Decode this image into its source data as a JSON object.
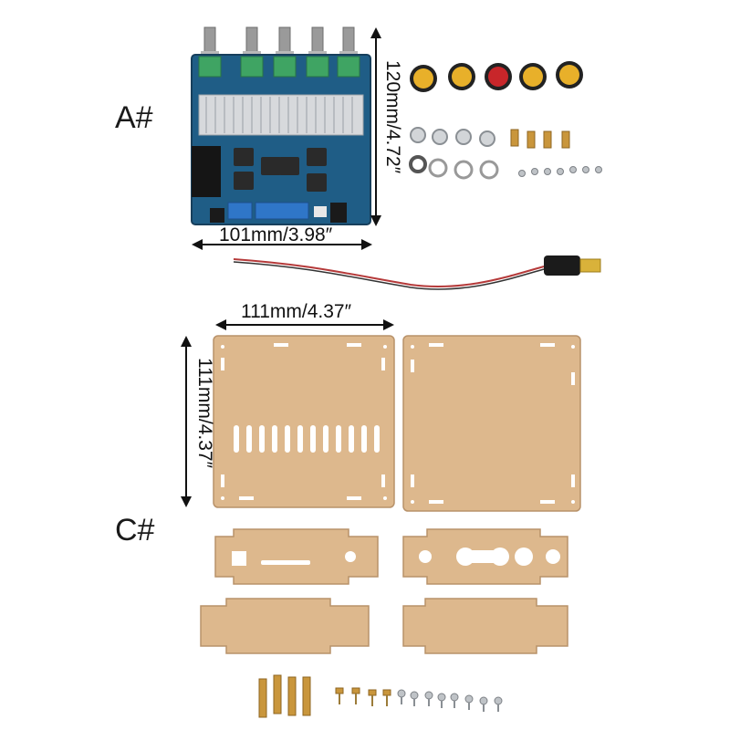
{
  "labels": {
    "kit_a": "A#",
    "kit_c": "C#"
  },
  "dimensions": {
    "board_height": "120mm/4.72″",
    "board_width": "101mm/3.98″",
    "panel_width": "111mm/4.37″",
    "panel_height": "111mm/4.37″"
  },
  "colors": {
    "pcb": "#1f5d86",
    "acrylic": "#ddb88d",
    "knob_yellow": "#e8b02a",
    "knob_red": "#c8262a",
    "brass": "#c9963c",
    "steel": "#bfc3c7"
  }
}
